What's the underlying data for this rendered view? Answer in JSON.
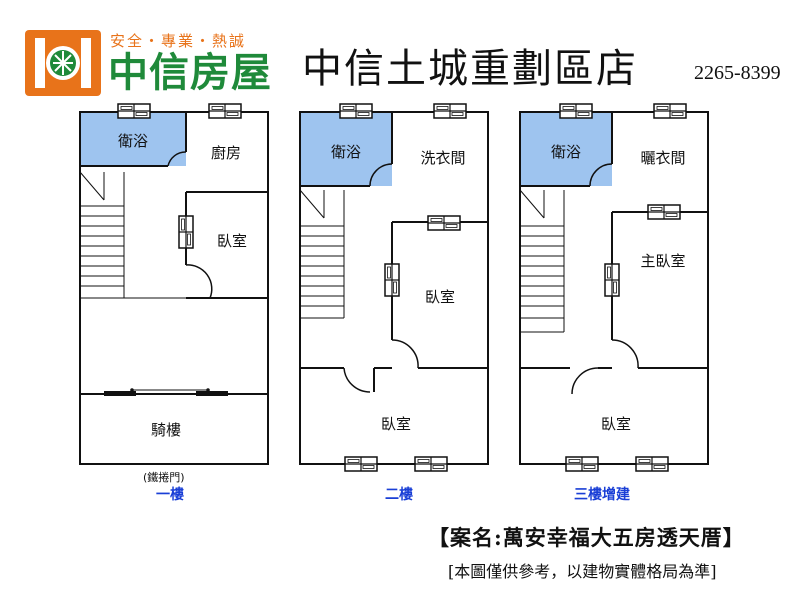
{
  "header": {
    "slogan": "安全・專業・熱誠",
    "brand": "中信房屋",
    "store": "中信土城重劃區店",
    "phone": "2265-8399"
  },
  "floors": [
    {
      "caption": "一樓",
      "gate_label": "(鐵捲門)",
      "rooms": [
        "衛浴",
        "廚房",
        "臥室",
        "騎樓"
      ]
    },
    {
      "caption": "二樓",
      "rooms": [
        "衛浴",
        "洗衣間",
        "臥室",
        "臥室"
      ]
    },
    {
      "caption": "三樓增建",
      "rooms": [
        "衛浴",
        "曬衣間",
        "主臥室",
        "臥室"
      ]
    }
  ],
  "footer": {
    "case_title": "【案名:萬安幸福大五房透天厝】",
    "note": "[本圖僅供參考，以建物實體格局為準]"
  },
  "colors": {
    "bath_fill": "#9ec4ef",
    "brand_green": "#1f8a3a",
    "brand_orange": "#e8731a",
    "caption_blue": "#1a3fd6"
  }
}
